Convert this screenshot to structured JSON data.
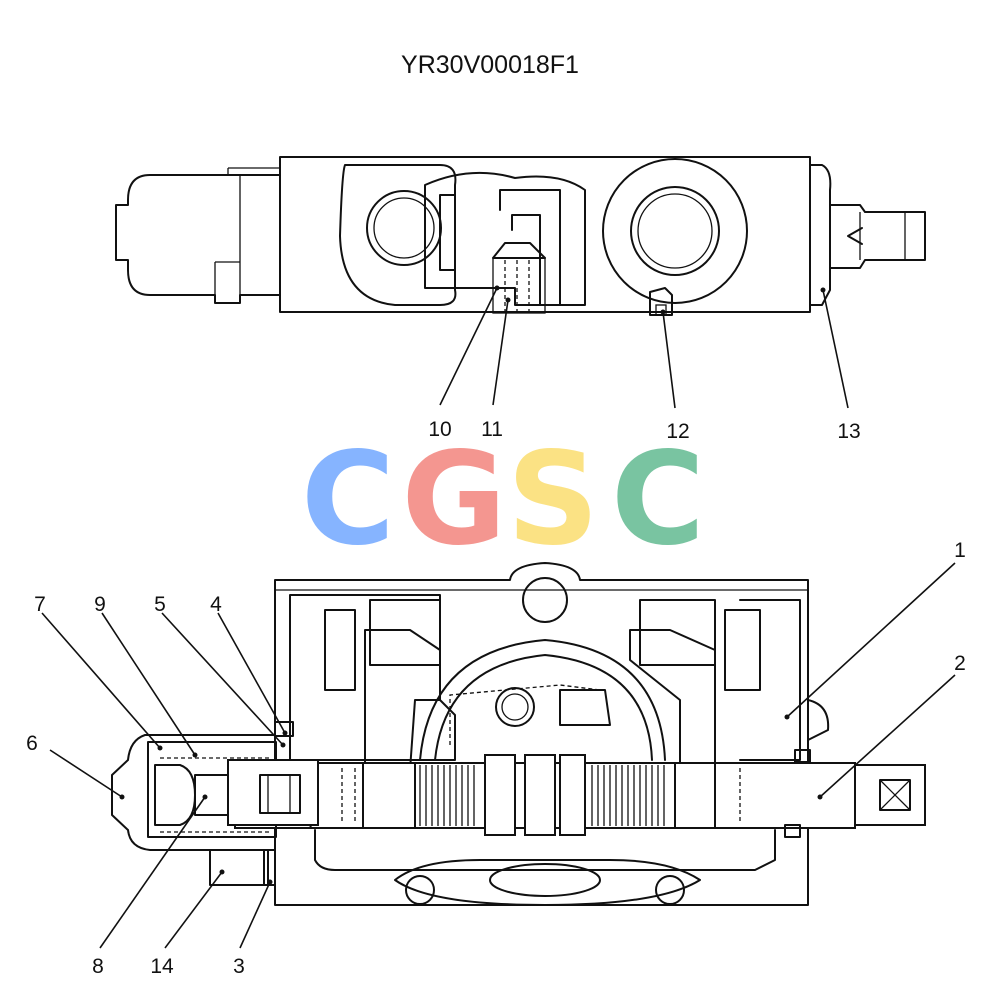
{
  "title": "YR30V00018F1",
  "watermark": {
    "letters": [
      "C",
      "G",
      "S",
      "C"
    ],
    "colors": [
      "#80b1ff",
      "#f4918b",
      "#fbe17e",
      "#72c19c"
    ]
  },
  "callouts": {
    "top": [
      "10",
      "11",
      "12",
      "13"
    ],
    "bottom": [
      "1",
      "2",
      "3",
      "4",
      "5",
      "6",
      "7",
      "8",
      "9",
      "14"
    ]
  }
}
